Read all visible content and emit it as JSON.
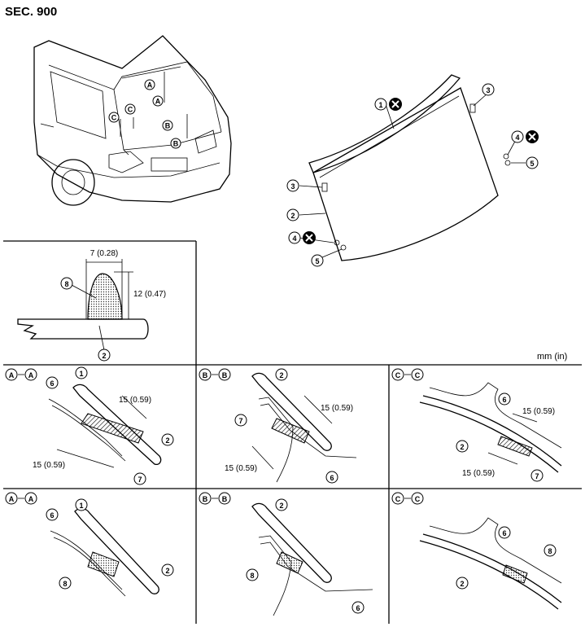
{
  "header": {
    "section": "SEC. 900"
  },
  "unit_label": "mm (in)",
  "car": {
    "markers": [
      {
        "id": "car-marker-a1",
        "letter": "A"
      },
      {
        "id": "car-marker-a2",
        "letter": "A"
      },
      {
        "id": "car-marker-b1",
        "letter": "B"
      },
      {
        "id": "car-marker-b2",
        "letter": "B"
      },
      {
        "id": "car-marker-c1",
        "letter": "C"
      },
      {
        "id": "car-marker-c2",
        "letter": "C"
      }
    ]
  },
  "glass": {
    "callouts": [
      "1",
      "2",
      "3",
      "3",
      "4",
      "4",
      "5",
      "5"
    ]
  },
  "bead_detail": {
    "width_dim": "7 (0.28)",
    "height_dim": "12 (0.47)",
    "callouts": [
      "8",
      "2"
    ]
  },
  "sections": {
    "top_row": [
      {
        "from": "A",
        "to": "A",
        "dims": [
          "15 (0.59)",
          "15 (0.59)"
        ],
        "callouts": [
          "1",
          "6",
          "2",
          "7"
        ]
      },
      {
        "from": "B",
        "to": "B",
        "dims": [
          "15 (0.59)",
          "15 (0.59)"
        ],
        "callouts": [
          "2",
          "7",
          "6"
        ]
      },
      {
        "from": "C",
        "to": "C",
        "dims": [
          "15 (0.59)",
          "15 (0.59)"
        ],
        "callouts": [
          "6",
          "2",
          "7"
        ]
      }
    ],
    "bottom_row": [
      {
        "from": "A",
        "to": "A",
        "callouts": [
          "1",
          "6",
          "8",
          "2"
        ]
      },
      {
        "from": "B",
        "to": "B",
        "callouts": [
          "2",
          "8",
          "6"
        ]
      },
      {
        "from": "C",
        "to": "C",
        "callouts": [
          "6",
          "8",
          "2"
        ]
      }
    ]
  }
}
